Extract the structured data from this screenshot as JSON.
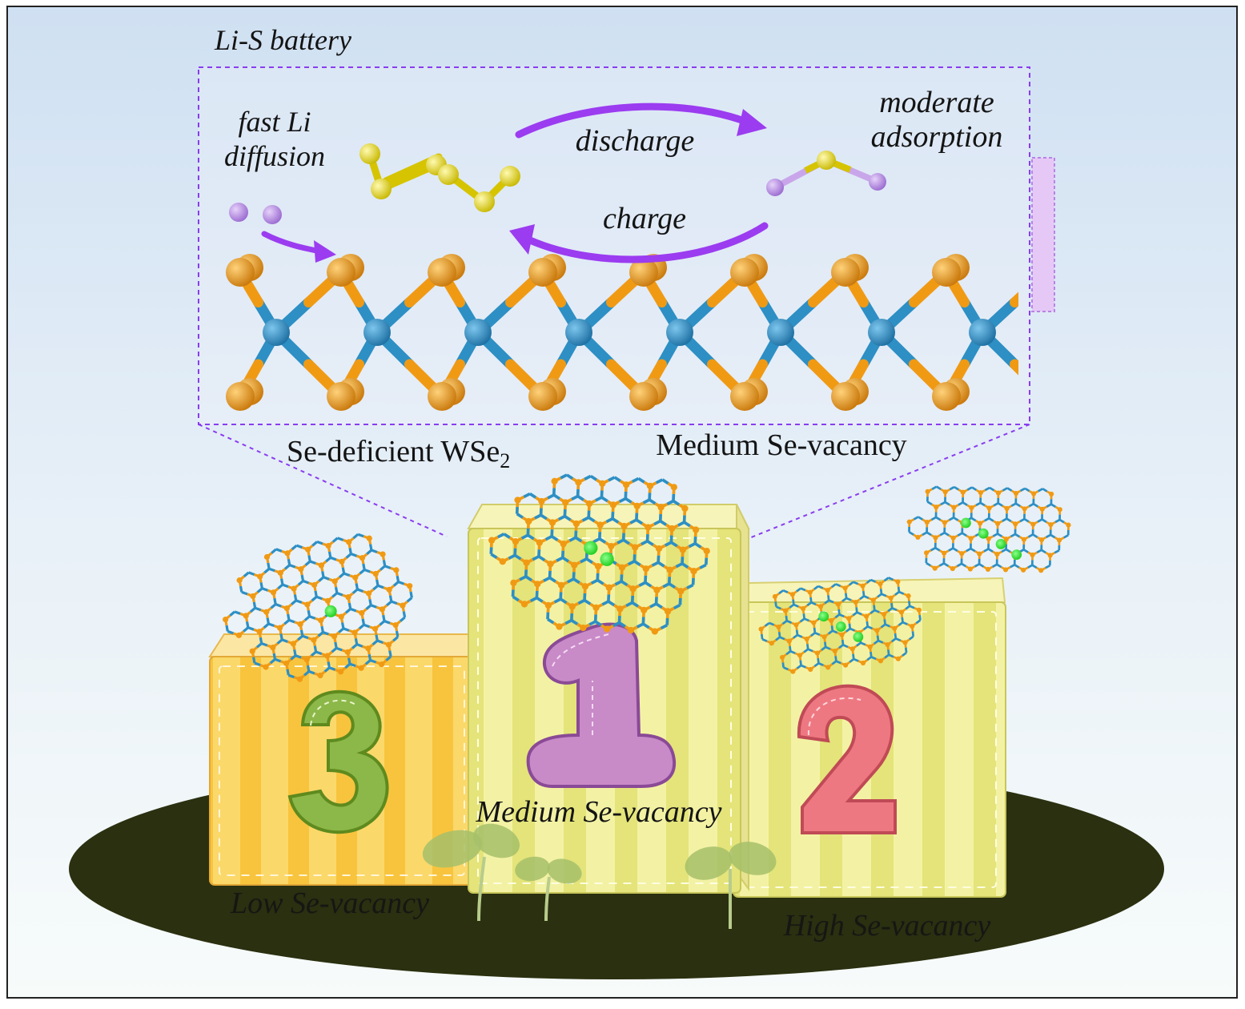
{
  "panel": {
    "title": "Li-S battery",
    "fast_li_line1": "fast Li",
    "fast_li_line2": "diffusion",
    "discharge": "discharge",
    "charge": "charge",
    "moderate_line1": "moderate",
    "moderate_line2": "adsorption"
  },
  "captions": {
    "material_prefix": "Se-deficient WSe",
    "material_subscript": "2",
    "winner": "Medium Se-vacancy"
  },
  "podium": {
    "first": {
      "numeral": "1",
      "label": "Medium Se-vacancy",
      "vacancy_count": 2
    },
    "second": {
      "numeral": "2",
      "label": "High Se-vacancy",
      "vacancy_count": 7
    },
    "third": {
      "numeral": "3",
      "label": "Low Se-vacancy",
      "vacancy_count": 1
    }
  },
  "colors": {
    "selenium": "#f09a14",
    "tungsten": "#2d8fc4",
    "sulfur": "#f0e020",
    "lithium": "#b48ae0",
    "vacancy": "#22ee22",
    "arrow": "#9b3cf0",
    "dashed_box": "#8a3cf0",
    "numeral_1": "#c98ac8",
    "numeral_2": "#e8707a",
    "numeral_3": "#7ea83a",
    "ground": "#2a3010"
  }
}
